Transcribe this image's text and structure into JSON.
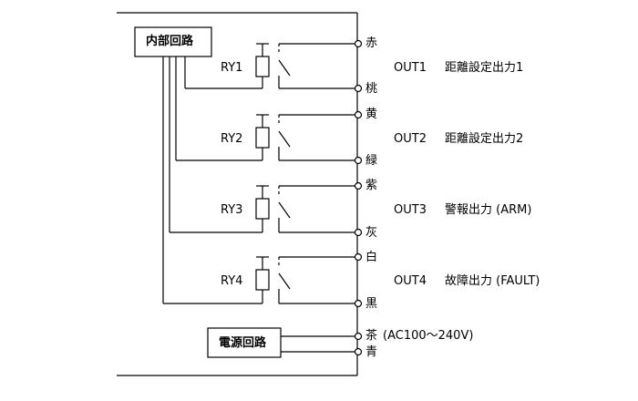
{
  "blocks": {
    "internal_circuit": "内部回路",
    "power_circuit": "電源回路"
  },
  "relays": [
    "RY1",
    "RY2",
    "RY3",
    "RY4"
  ],
  "terminals": [
    "赤",
    "桃",
    "黄",
    "緑",
    "紫",
    "灰",
    "白",
    "黒",
    "茶",
    "青"
  ],
  "outputs": [
    {
      "name": "OUT1",
      "desc": "距離設定出力1"
    },
    {
      "name": "OUT2",
      "desc": "距離設定出力2"
    },
    {
      "name": "OUT3",
      "desc": "警報出力 (ARM)"
    },
    {
      "name": "OUT4",
      "desc": "故障出力 (FAULT)"
    }
  ],
  "power_note": "(AC100〜240V)"
}
